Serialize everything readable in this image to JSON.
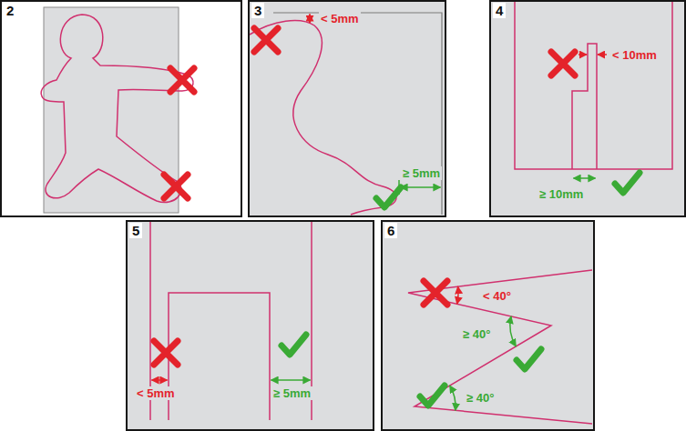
{
  "diagram": {
    "nodes": [
      {
        "text": [
          "2"
        ]
      },
      {
        "text": [
          "3"
        ]
      },
      {
        "text": [
          "4"
        ]
      },
      {
        "text": [
          "5"
        ]
      },
      {
        "text": [
          "6"
        ]
      }
    ],
    "labels": [
      "< 5mm",
      "≥ 5mm",
      "< 10mm",
      "≥ 10mm",
      "< 5mm",
      "≥ 5mm",
      "< 40°",
      "≥ 40°",
      "≥ 40°"
    ]
  }
}
